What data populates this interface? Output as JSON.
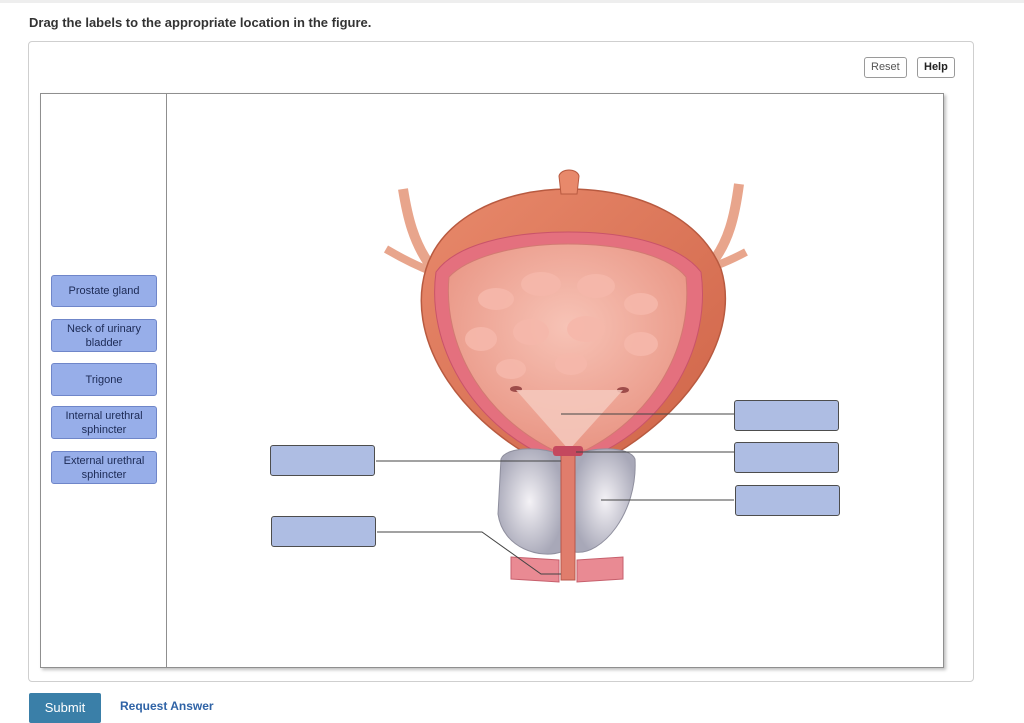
{
  "instruction": "Drag the labels to the appropriate location in the figure.",
  "toolbar": {
    "reset_label": "Reset",
    "help_label": "Help"
  },
  "labels": [
    {
      "text": "Prostate gland"
    },
    {
      "text": "Neck of urinary bladder"
    },
    {
      "text": "Trigone"
    },
    {
      "text": "Internal urethral sphincter"
    },
    {
      "text": "External urethral sphincter"
    }
  ],
  "drop_targets": [
    {
      "id": "target-left-1",
      "value": ""
    },
    {
      "id": "target-left-2",
      "value": ""
    },
    {
      "id": "target-right-1",
      "value": ""
    },
    {
      "id": "target-right-2",
      "value": ""
    },
    {
      "id": "target-right-3",
      "value": ""
    }
  ],
  "figure": {
    "subject": "urinary bladder anatomy illustration"
  },
  "footer": {
    "submit_label": "Submit",
    "request_answer_label": "Request Answer"
  },
  "colors": {
    "label_chip": "#97aee9",
    "drop_zone": "#aebde3",
    "submit": "#3a7fa8",
    "link": "#2f63a6",
    "bladder_muscle": "#e07d5e",
    "bladder_lining": "#f0aaa0",
    "prostate": "#c9c9d4"
  }
}
